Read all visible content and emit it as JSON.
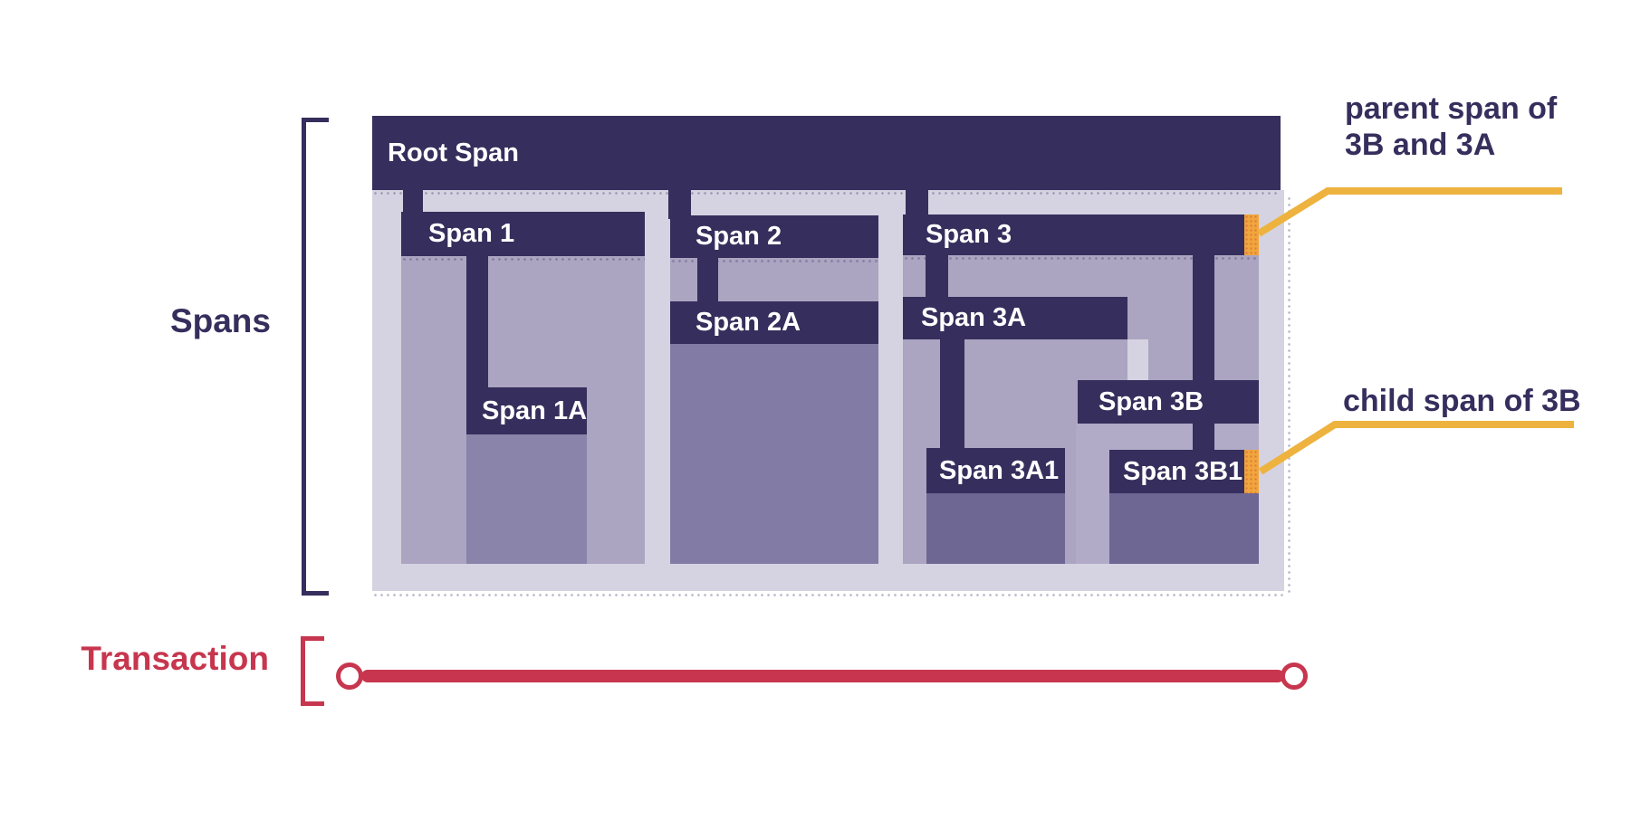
{
  "diagram": {
    "side_labels": {
      "spans": "Spans",
      "transaction": "Transaction"
    },
    "spans": {
      "root": "Root Span",
      "s1": "Span 1",
      "s1a": "Span 1A",
      "s2": "Span 2",
      "s2a": "Span 2A",
      "s3": "Span 3",
      "s3a": "Span 3A",
      "s3a1": "Span 3A1",
      "s3b": "Span 3B",
      "s3b1": "Span 3B1"
    },
    "annotations": {
      "parent_line1": "parent span of",
      "parent_line2": "3B and 3A",
      "child": "child span of 3B"
    },
    "colors": {
      "span_bar_navy": "#362E5C",
      "span_body_lavender": "#ABA5C1",
      "span_body_light": "#B1ABC8",
      "tail_1a": "#8A84AB",
      "tail_2a": "#827BA5",
      "tail_deep": "#6E6794",
      "container_light": "#D5D3E1",
      "transaction_red": "#C7364E",
      "callout_yellow": "#EDB33E",
      "highlight_orange": "#F0A63C"
    }
  }
}
